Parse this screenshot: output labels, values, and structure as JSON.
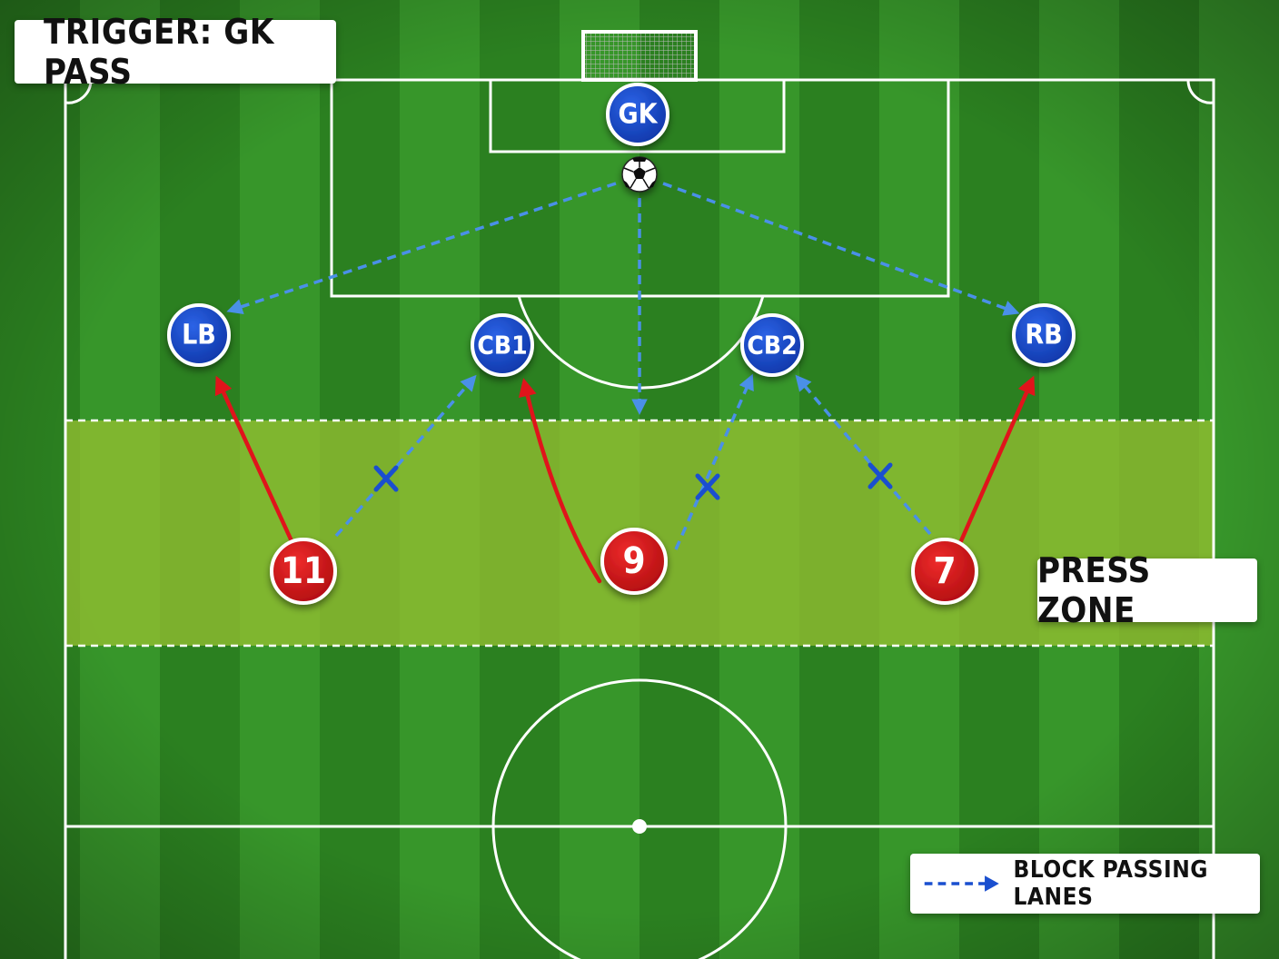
{
  "labels": {
    "trigger": "TRIGGER: GK PASS",
    "press_zone": "PRESS ZONE",
    "legend": "BLOCK PASSING LANES"
  },
  "colors": {
    "pitch_dark": "#2b8020",
    "pitch_light": "#37962a",
    "press_zone": "#9bc232",
    "opponent": "#1747c5",
    "presser": "#d41418",
    "pass_lane": "#4a90e8",
    "press_run": "#e0141b",
    "blocked_x": "#1a4fcf"
  },
  "opponents": [
    {
      "id": "gk",
      "label": "GK"
    },
    {
      "id": "lb",
      "label": "LB"
    },
    {
      "id": "cb1",
      "label": "CB1"
    },
    {
      "id": "cb2",
      "label": "CB2"
    },
    {
      "id": "rb",
      "label": "RB"
    }
  ],
  "pressers": [
    {
      "id": "p11",
      "label": "11"
    },
    {
      "id": "p9",
      "label": "9"
    },
    {
      "id": "p7",
      "label": "7"
    }
  ]
}
